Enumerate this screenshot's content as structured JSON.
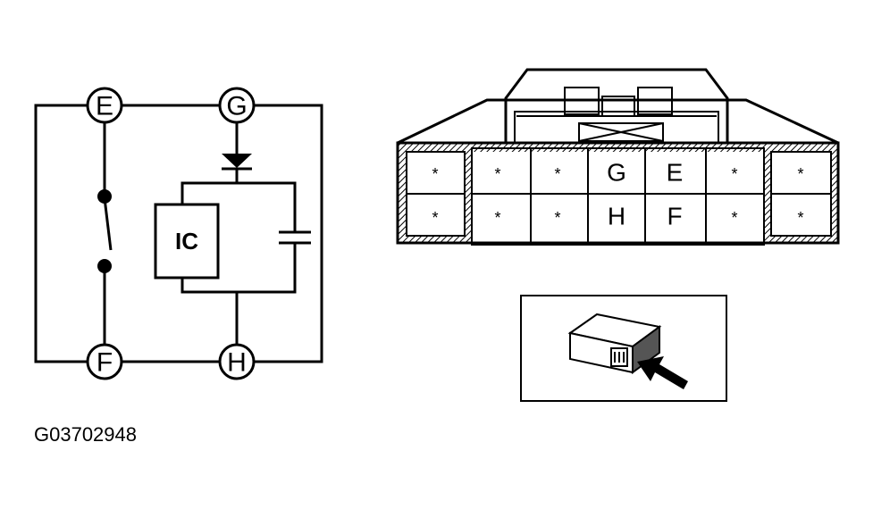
{
  "schematic": {
    "nodes": {
      "e": "E",
      "g": "G",
      "f": "F",
      "h": "H"
    },
    "ic_label": "IC"
  },
  "connector": {
    "top_row": [
      "*",
      "*",
      "*",
      "G",
      "E",
      "*",
      "*"
    ],
    "bottom_row": [
      "*",
      "*",
      "*",
      "H",
      "F",
      "*",
      "*"
    ]
  },
  "figure_code": "G03702948"
}
